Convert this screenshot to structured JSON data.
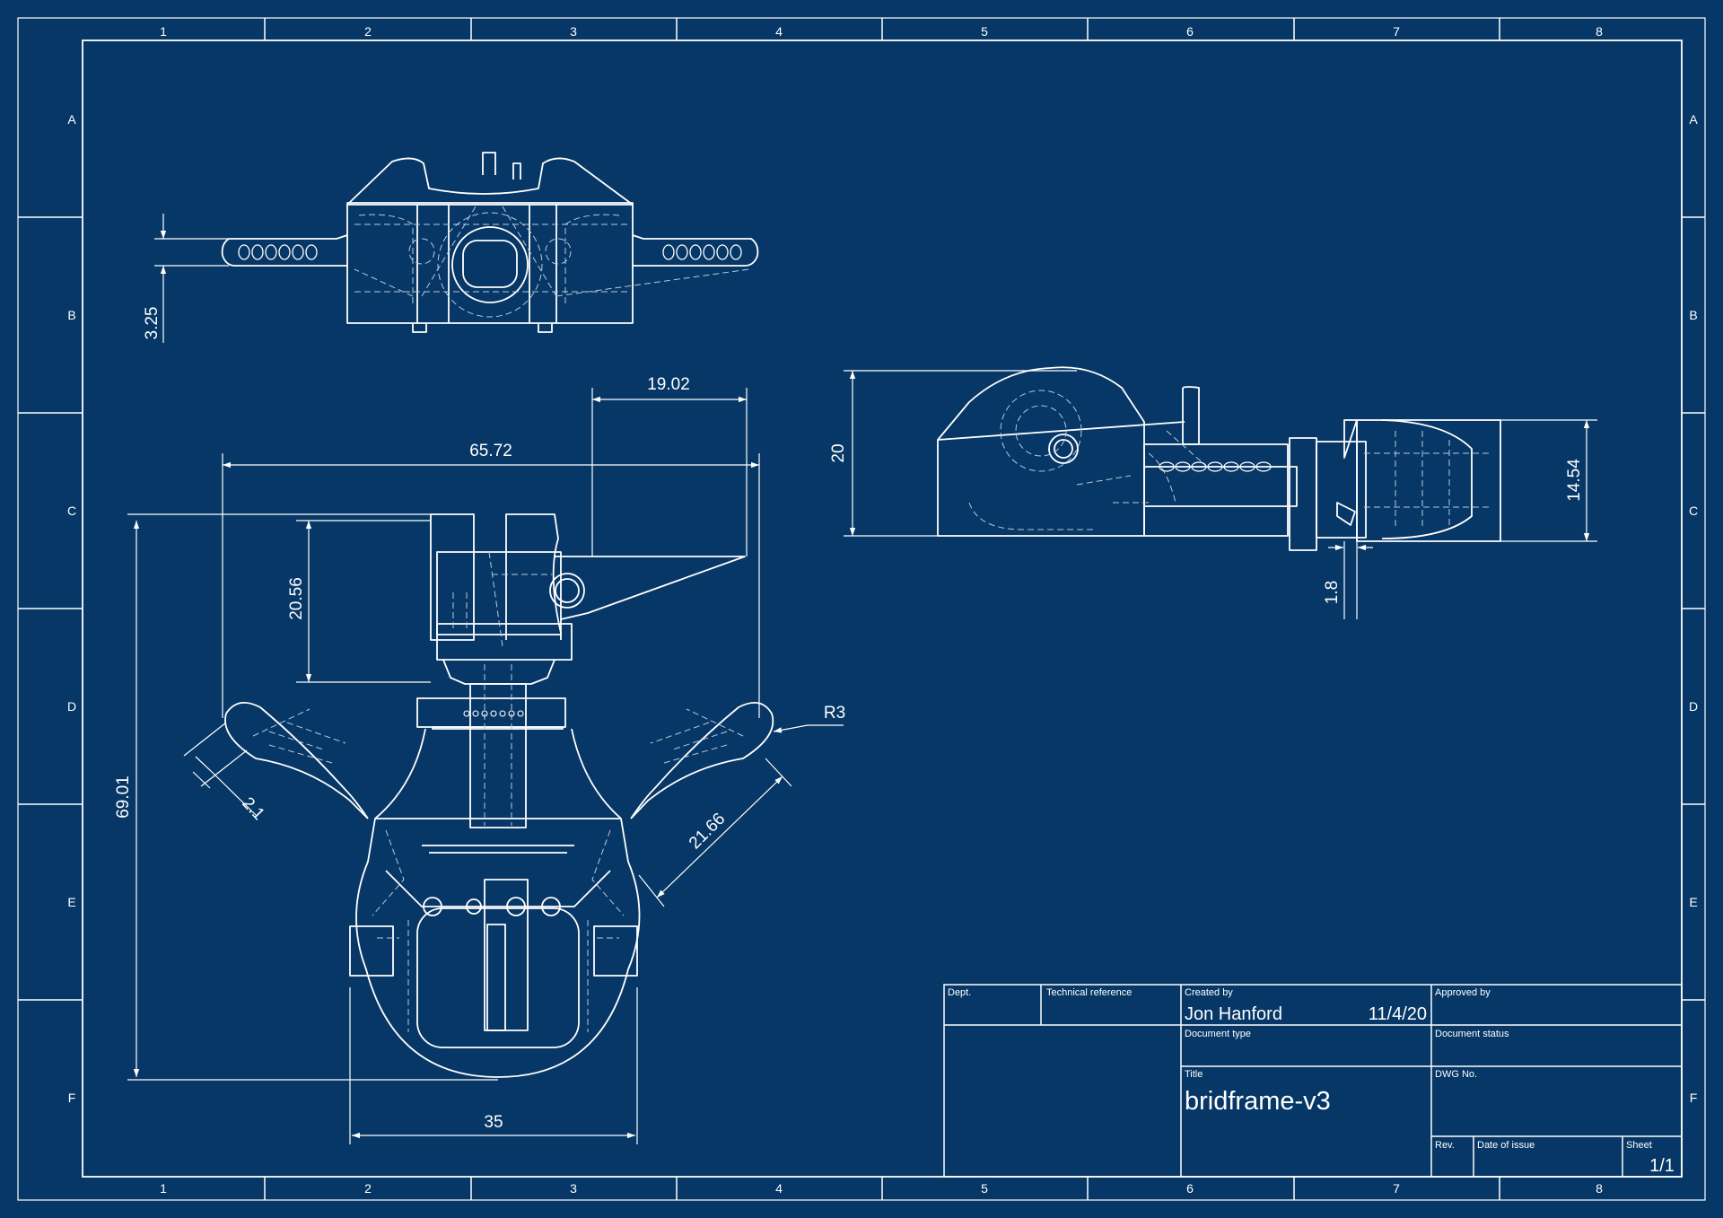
{
  "colors": {
    "background": "#063766",
    "line": "#ffffff",
    "faint_line": "#b9c9dd"
  },
  "frame": {
    "columns": [
      "1",
      "2",
      "3",
      "4",
      "5",
      "6",
      "7",
      "8"
    ],
    "rows": [
      "A",
      "B",
      "C",
      "D",
      "E",
      "F"
    ]
  },
  "dimensions": {
    "d_3_25": "3.25",
    "d_19_02": "19.02",
    "d_65_72": "65.72",
    "d_20_56": "20.56",
    "d_69_01": "69.01",
    "d_r3": "R3",
    "d_2_1": "2.1",
    "d_21_66": "21.66",
    "d_35": "35",
    "d_20": "20",
    "d_14_54": "14.54",
    "d_1_8": "1.8"
  },
  "title_block": {
    "dept_label": "Dept.",
    "tech_ref_label": "Technical reference",
    "created_by_label": "Created by",
    "created_by_value": "Jon Hanford",
    "created_date": "11/4/20",
    "approved_by_label": "Approved by",
    "doc_type_label": "Document type",
    "doc_status_label": "Document status",
    "title_label": "Title",
    "title_value": "bridframe-v3",
    "dwg_no_label": "DWG No.",
    "rev_label": "Rev.",
    "date_of_issue_label": "Date of issue",
    "sheet_label": "Sheet",
    "sheet_value": "1/1"
  }
}
